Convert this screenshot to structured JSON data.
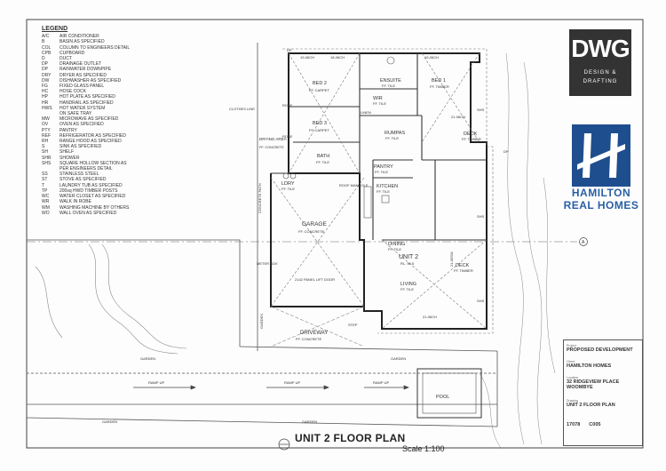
{
  "legend": {
    "title": "LEGEND",
    "items": [
      {
        "code": "A/C",
        "desc": "AIR CONDITIONER"
      },
      {
        "code": "B",
        "desc": "BASIN AS SPECIFIED"
      },
      {
        "code": "COL",
        "desc": "COLUMN TO ENGINEERS DETAIL"
      },
      {
        "code": "CPB",
        "desc": "CUPBOARD"
      },
      {
        "code": "D",
        "desc": "DUCT"
      },
      {
        "code": "DP",
        "desc": "DRAINAGE OUTLET"
      },
      {
        "code": "DP",
        "desc": "RAINWATER DOWNPIPE"
      },
      {
        "code": "DRY",
        "desc": "DRYER AS SPECIFIED"
      },
      {
        "code": "DW",
        "desc": "DISHWASHER AS SPECIFIED"
      },
      {
        "code": "FG",
        "desc": "FIXED GLASS PANEL"
      },
      {
        "code": "HC",
        "desc": "HOSE COCK"
      },
      {
        "code": "HP",
        "desc": "HOT PLATE AS SPECIFIED"
      },
      {
        "code": "HR",
        "desc": "HANDRAIL AS SPECIFIED"
      },
      {
        "code": "HWS",
        "desc": "HOT WATER SYSTEM"
      },
      {
        "code": "",
        "desc": "ON SAFE TRAY"
      },
      {
        "code": "MW",
        "desc": "MICROWAVE AS SPECIFIED"
      },
      {
        "code": "OV",
        "desc": "OVEN AS SPECIFIED"
      },
      {
        "code": "PTY",
        "desc": "PANTRY"
      },
      {
        "code": "REF",
        "desc": "REFRIGERATOR AS SPECIFIED"
      },
      {
        "code": "RH",
        "desc": "RANGE HOOD AS SPECIFIED"
      },
      {
        "code": "S",
        "desc": "SINK AS SPECIFIED"
      },
      {
        "code": "SH",
        "desc": "SHELF"
      },
      {
        "code": "SHR",
        "desc": "SHOWER"
      },
      {
        "code": "SHS",
        "desc": "SQUARE HOLLOW SECTION AS"
      },
      {
        "code": "",
        "desc": "PER ENGINEERS DETAIL"
      },
      {
        "code": "SS",
        "desc": "STAINLESS STEEL"
      },
      {
        "code": "ST",
        "desc": "STOVE AS SPECIFIED"
      },
      {
        "code": "T",
        "desc": "LAUNDRY TUB AS SPECIFIED"
      },
      {
        "code": "TP",
        "desc": "200sq HWD TIMBER POSTS"
      },
      {
        "code": "WC",
        "desc": "WATER CLOSET AS SPECIFIED"
      },
      {
        "code": "WR",
        "desc": "WALK IN ROBE"
      },
      {
        "code": "WM",
        "desc": "WASHING MACHINE BY OTHERS"
      },
      {
        "code": "WO",
        "desc": "WALL OVEN AS SPECIFIED"
      }
    ]
  },
  "rooms": {
    "bed2": {
      "name": "BED 2",
      "floor": "FF. CARPET"
    },
    "bed3": {
      "name": "BED 3",
      "floor": "FF. CARPET"
    },
    "bed1": {
      "name": "BED 1",
      "floor": "FF. TIMBER"
    },
    "ensuite": {
      "name": "ENSUITE",
      "floor": "FF. TILE"
    },
    "wir": {
      "name": "WIR",
      "floor": "FF. TILE"
    },
    "rumpas": {
      "name": "RUMPAS",
      "floor": "FF. TILE"
    },
    "deck_upper": {
      "name": "DECK",
      "floor": "FF. TIMBER"
    },
    "drying": {
      "name": "DRYING AREA",
      "floor": "FF. CONCRETE"
    },
    "bath": {
      "name": "BATH",
      "floor": "FF. TILE"
    },
    "pantry": {
      "name": "PANTRY",
      "floor": "FF. TILE"
    },
    "kitchen": {
      "name": "KITCHEN",
      "floor": "FF. TILE"
    },
    "ldry": {
      "name": "LDRY",
      "floor": "FF. TILE"
    },
    "garage": {
      "name": "GARAGE",
      "floor": "FF. CONCRETE"
    },
    "dining": {
      "name": "DINING",
      "floor": "FF. TILE"
    },
    "unit": {
      "name": "UNIT 2",
      "floor": "RL. 90.5"
    },
    "living": {
      "name": "LIVING",
      "floor": "FF. TILE"
    },
    "deck_lower": {
      "name": "DECK",
      "floor": "FF. TIMBER"
    },
    "driveway": {
      "name": "DRIVEWAY",
      "floor": "FF. CONCRETE"
    },
    "pool": {
      "name": "POOL"
    }
  },
  "labels": {
    "clothes_line": "CLOTHES LINE",
    "concrete_path": "CONCRETE PATH",
    "panel_door": "2142 PANEL LIFT DOOR",
    "meter_box": "METER BOX",
    "roof_manhole": "ROOF MANHOLE",
    "garden_left": "GARDEN",
    "garden_mid": "GARDEN",
    "garden_bottom_left": "GARDEN",
    "garden_bottom_mid": "GARDEN",
    "garden_vertical": "GARDEN",
    "ramp_left": "RAMP UP",
    "ramp_mid": "RAMP UP",
    "ramp_right": "RAMP UP",
    "step": "STEP",
    "grid_a": "A",
    "robe_1": "ROBE",
    "robe_2": "ROBE",
    "linen": "LINEN",
    "dim_top1": "19-06CH",
    "dim_top2": "18-06CH",
    "dim_top3": "19-06CH",
    "dim_right": "21-06CH",
    "dim_deck": "21-05SW",
    "dim_bottom": "21-06CH",
    "dp_1": "DP",
    "dp_2": "DP",
    "shs_1": "SHS",
    "shs_2": "SHS",
    "shs_3": "SHS"
  },
  "logo": {
    "main": "DWG",
    "sub": "DESIGN & DRAFTING"
  },
  "brand": {
    "line1": "HAMILTON",
    "line2": "REAL HOMES"
  },
  "titleblock": {
    "project_label": "Project",
    "project": "PROPOSED DEVELOPMENT",
    "client_label": "Client",
    "client": "HAMILTON HOMES",
    "location_label": "Location",
    "address1": "32 RIDGEVIEW PLACE",
    "address2": "WOOMBYE",
    "drawing_label": "Drawing",
    "drawing": "UNIT 2 FLOOR PLAN",
    "job_no": "17078",
    "sheet": "C005"
  },
  "title": {
    "main": "UNIT 2 FLOOR PLAN",
    "scale": "Scale 1:100"
  }
}
